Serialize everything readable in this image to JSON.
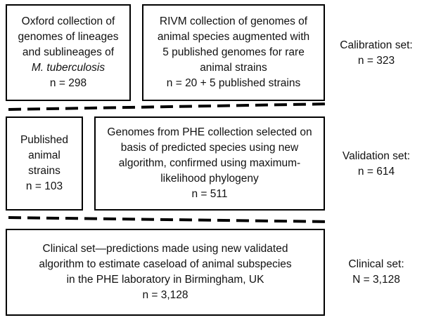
{
  "calibration": {
    "box1": [
      "Oxford collection of",
      "genomes of lineages",
      "and sublineages of",
      "M. tuberculosis",
      "n = 298"
    ],
    "box2": [
      "RIVM collection of genomes of",
      "animal species augmented with",
      "5 published genomes for rare",
      "animal strains",
      "n = 20 + 5 published strains"
    ],
    "label": "Calibration set:",
    "count": "n = 323"
  },
  "validation": {
    "box1": [
      "Published",
      "animal",
      "strains",
      "n = 103"
    ],
    "box2": [
      "Genomes from PHE collection selected on",
      "basis of predicted species using new",
      "algorithm, confirmed using maximum-",
      "likelihood phylogeny",
      "n = 511"
    ],
    "label": "Validation set:",
    "count": "n = 614"
  },
  "clinical": {
    "box": [
      "Clinical set—predictions made using new validated",
      "algorithm to estimate caseload of animal subspecies",
      "in the PHE laboratory in Birmingham, UK",
      "n = 3,128"
    ],
    "label": "Clinical set:",
    "count": "N = 3,128"
  }
}
